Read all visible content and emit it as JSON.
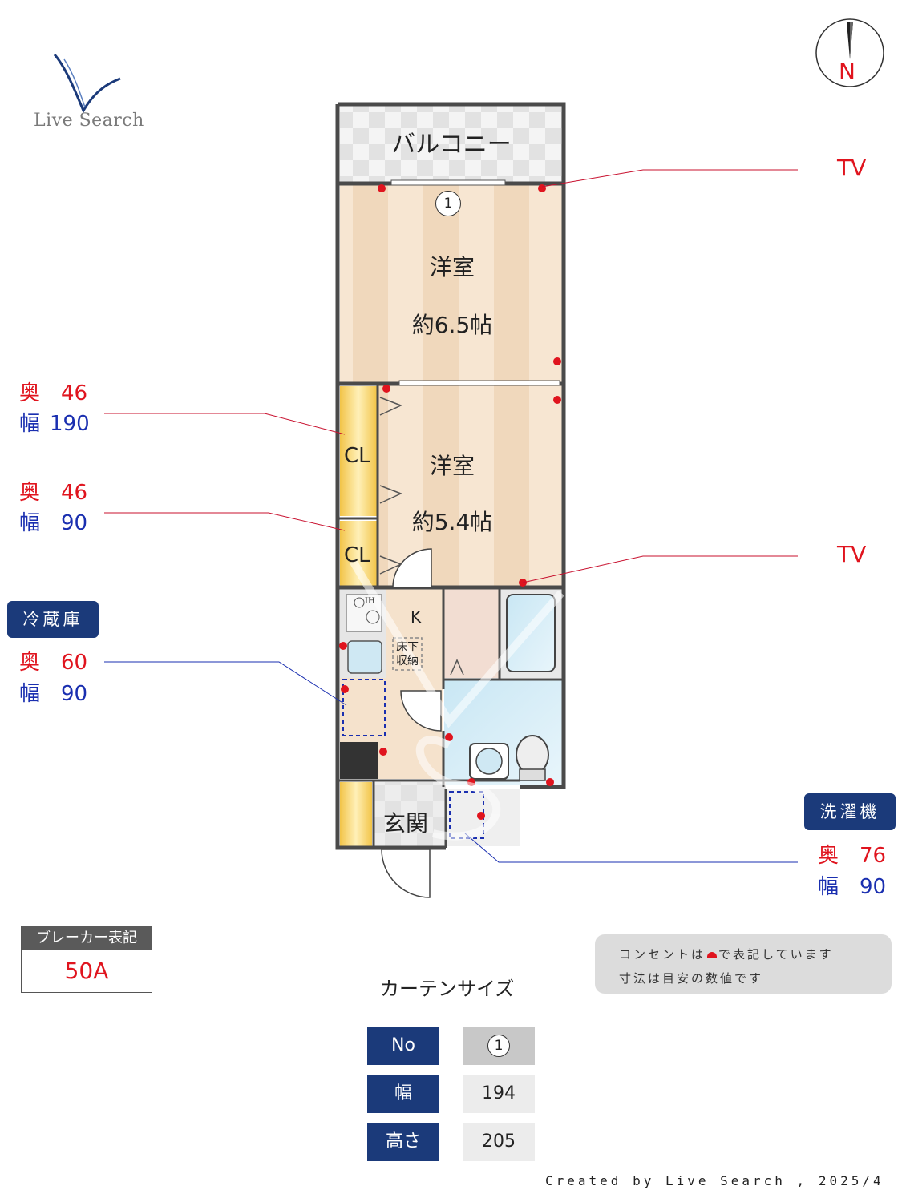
{
  "logo": {
    "text": "Live Search"
  },
  "compass": {
    "label": "N"
  },
  "rooms": {
    "balcony": "バルコニー",
    "room1_name": "洋室",
    "room1_size": "約6.5帖",
    "room2_name": "洋室",
    "room2_size": "約5.4帖",
    "closet1": "CL",
    "closet2": "CL",
    "kitchen": "K",
    "underfloor_storage": [
      "床下",
      "収納"
    ],
    "entrance": "玄関",
    "ih_label": "IH",
    "window_marker": "1"
  },
  "callouts": {
    "tv_top": "TV",
    "tv_mid": "TV",
    "closet1_depth_label": "奥",
    "closet1_depth": "46",
    "closet1_width_label": "幅",
    "closet1_width": "190",
    "closet2_depth_label": "奥",
    "closet2_depth": "46",
    "closet2_width_label": "幅",
    "closet2_width": "90",
    "fridge_badge": "冷蔵庫",
    "fridge_depth_label": "奥",
    "fridge_depth": "60",
    "fridge_width_label": "幅",
    "fridge_width": "90",
    "washer_badge": "洗濯機",
    "washer_depth_label": "奥",
    "washer_depth": "76",
    "washer_width_label": "幅",
    "washer_width": "90"
  },
  "breaker": {
    "title": "ブレーカー表記",
    "value": "50A"
  },
  "note": {
    "line1_a": "コンセントは",
    "line1_b": "で表記しています",
    "line2": "寸法は目安の数値です"
  },
  "curtain": {
    "title": "カーテンサイズ",
    "headers": [
      "No",
      "幅",
      "高さ"
    ],
    "values": [
      "1",
      "194",
      "205"
    ]
  },
  "credit": "Created by Live Search , 2025/4",
  "colors": {
    "red": "#e0141e",
    "blue": "#1a2fb0",
    "navy": "#1b3a7a",
    "wall": "#4a4a4a"
  }
}
